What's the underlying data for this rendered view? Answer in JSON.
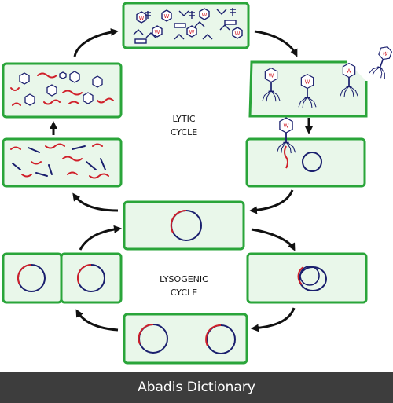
{
  "lytic_label": [
    "LYTIC",
    "CYCLE"
  ],
  "lysogenic_label": [
    "LYSOGENIC",
    "CYCLE"
  ],
  "footer": "Abadis Dictionary",
  "colors": {
    "cell_border": "#2aa53a",
    "cell_fill": "#e9f7ea",
    "dna_red": "#d0202a",
    "dna_blue": "#1a1f6e",
    "arrow": "#111111",
    "footer_bg": "#3d3d3d"
  }
}
